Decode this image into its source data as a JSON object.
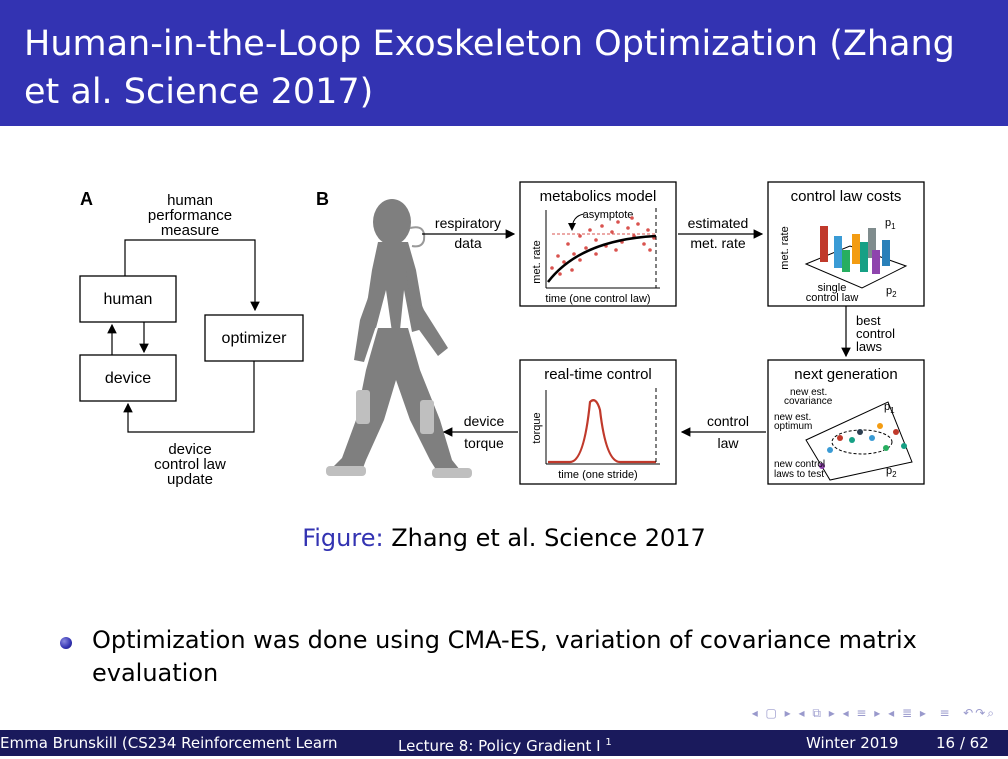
{
  "slide": {
    "title": "Human-in-the-Loop Exoskeleton Optimization (Zhang et al. Science 2017)"
  },
  "figure": {
    "panel_a": {
      "letter": "A",
      "top_label": [
        "human",
        "performance",
        "measure"
      ],
      "human": "human",
      "optimizer": "optimizer",
      "device": "device",
      "bottom_label": [
        "device",
        "control law",
        "update"
      ]
    },
    "panel_b": {
      "letter": "B",
      "respiratory": [
        "respiratory",
        "data"
      ],
      "metabolics_title": "metabolics model",
      "asymptote": "asymptote",
      "met_rate_axis": "met. rate",
      "time_control_law": "time (one control law)",
      "estimated": [
        "estimated",
        "met. rate"
      ],
      "costs_title": "control law costs",
      "single": [
        "single",
        "control law"
      ],
      "p1": "p",
      "p2": "p",
      "best": [
        "best",
        "control",
        "laws"
      ],
      "next_gen_title": "next generation",
      "new_cov": [
        "new est.",
        "covariance"
      ],
      "new_opt": [
        "new est.",
        "optimum"
      ],
      "new_laws": [
        "new control",
        "laws to test"
      ],
      "control_law": [
        "control",
        "law"
      ],
      "realtime_title": "real-time control",
      "torque_axis": "torque",
      "time_stride": "time (one stride)",
      "device_torque": [
        "device",
        "torque"
      ]
    }
  },
  "caption": {
    "label": "Figure:",
    "text": " Zhang et al. Science 2017"
  },
  "bullets": [
    "Optimization was done using CMA-ES, variation of covariance matrix evaluation"
  ],
  "footer": {
    "author": "Emma Brunskill (CS234 Reinforcement Learn",
    "title": "Lecture 8: Policy Gradient I ",
    "footnote": "1",
    "date": "Winter 2019",
    "page": "16 / 62"
  }
}
